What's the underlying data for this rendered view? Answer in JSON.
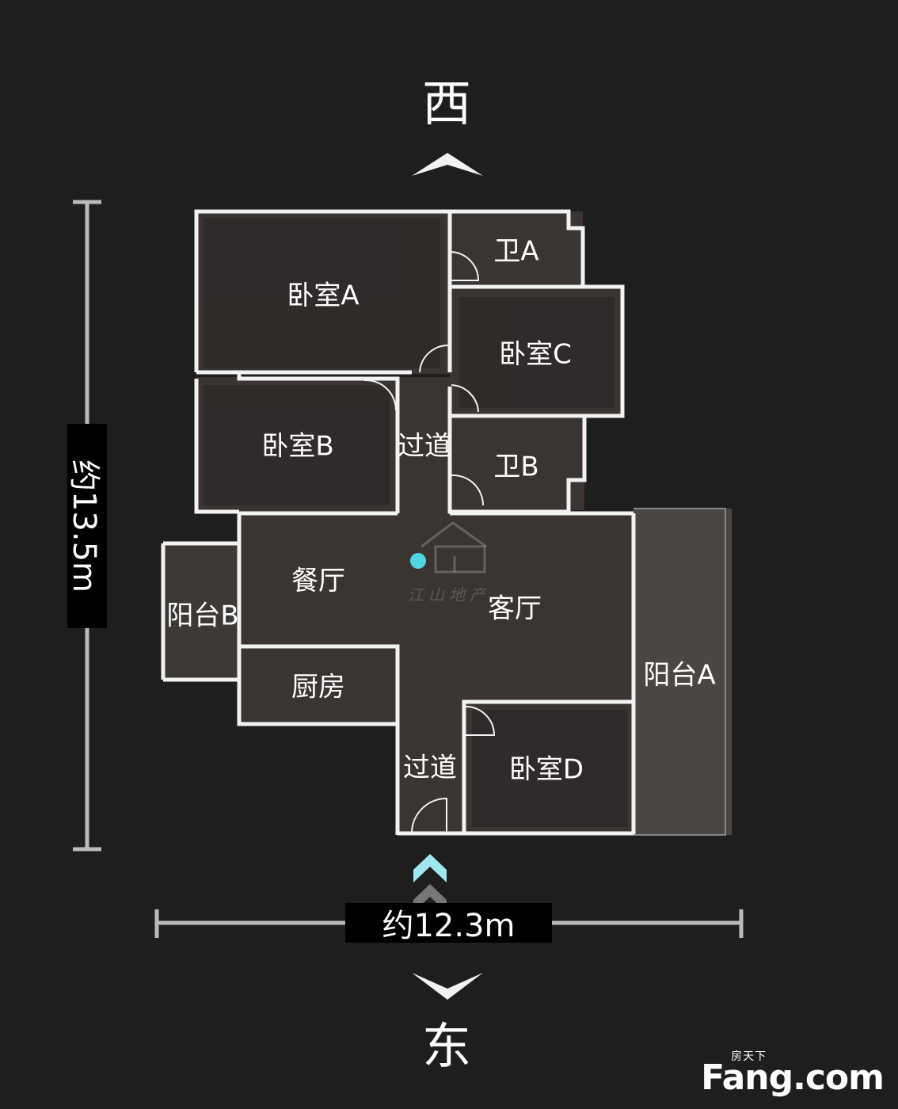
{
  "compass": {
    "top": "西",
    "bottom": "东"
  },
  "dimensions": {
    "height": "约13.5m",
    "width": "约12.3m"
  },
  "rooms": {
    "bedroom_a": "卧室A",
    "bath_a": "卫A",
    "bedroom_c": "卧室C",
    "bedroom_b": "卧室B",
    "corridor_top": "过道",
    "bath_b": "卫B",
    "dining": "餐厅",
    "living": "客厅",
    "balcony_b": "阳台B",
    "balcony_a": "阳台A",
    "kitchen": "厨房",
    "corridor_bottom": "过道",
    "bedroom_d": "卧室D"
  },
  "watermark": {
    "brand": "Fang.com",
    "brand_cn": "房天下"
  },
  "logo": {
    "text": "江山地产"
  },
  "colors": {
    "background": "#1e1e1e",
    "room_fill": "#3a3533",
    "wall": "#f2f2f2",
    "nav_arrow": "#9fe8f0",
    "position_dot": "#4fd6e0"
  }
}
